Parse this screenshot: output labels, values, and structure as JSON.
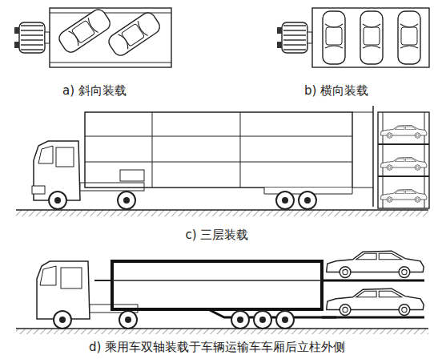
{
  "diagram": {
    "labels": [
      "a) 斜向装载",
      "b) 横向装载",
      "c) 三层装载",
      "d) 乘用车双轴装载于车辆运输车车厢后立柱外侧"
    ]
  }
}
